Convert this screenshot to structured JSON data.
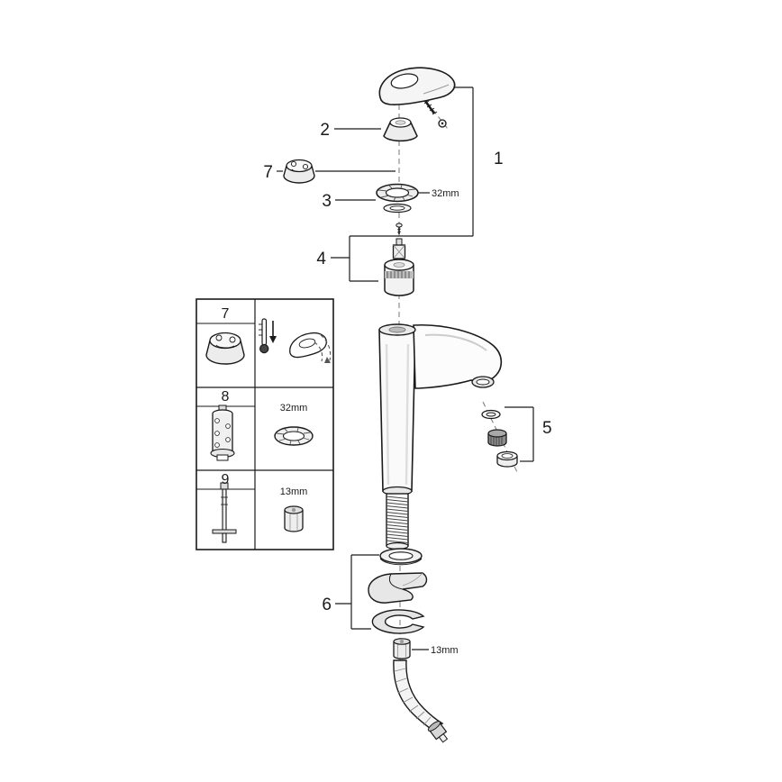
{
  "diagram": {
    "callouts": {
      "c1": "1",
      "c2": "2",
      "c3": "3",
      "c4": "4",
      "c5": "5",
      "c6": "6",
      "c7": "7"
    },
    "sizes": {
      "ring": "32mm",
      "nut": "13mm"
    },
    "legend": {
      "row1_num": "7",
      "row2_num": "8",
      "row2_size": "32mm",
      "row3_num": "9",
      "row3_size": "13mm"
    },
    "colors": {
      "line": "#1a1a1a",
      "background": "#ffffff"
    }
  }
}
